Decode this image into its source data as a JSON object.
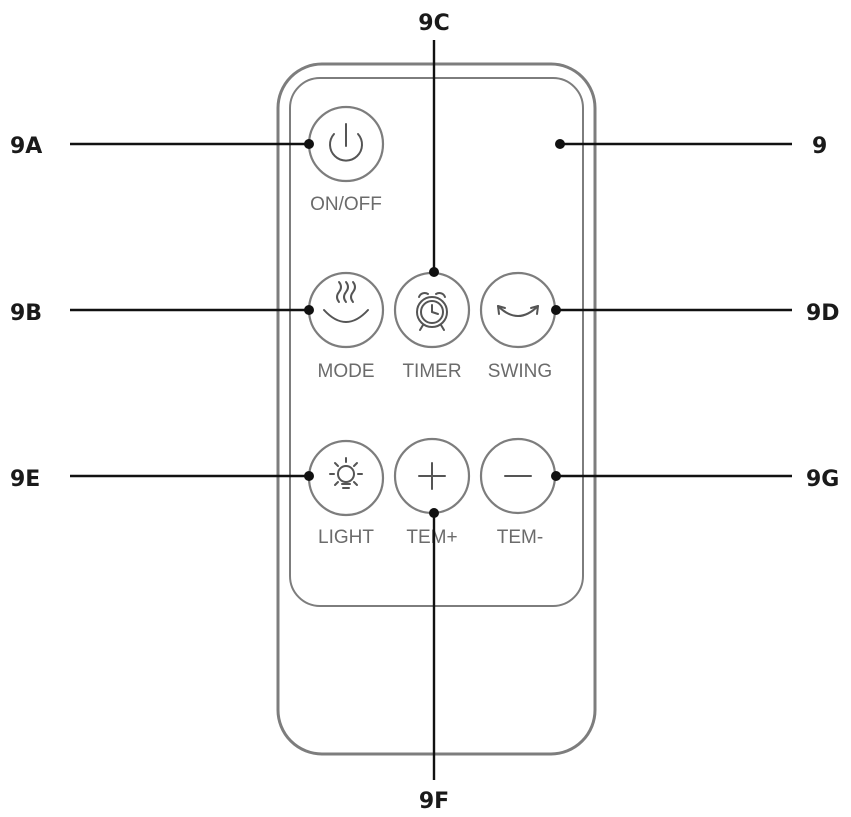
{
  "callouts": {
    "a": "9A",
    "b": "9B",
    "c": "9C",
    "d": "9D",
    "e": "9E",
    "f": "9F",
    "g": "9G",
    "remote": "9"
  },
  "buttons": {
    "power": "ON/OFF",
    "mode": "MODE",
    "timer": "TIMER",
    "swing": "SWING",
    "light": "LIGHT",
    "temp_up": "TEM+",
    "temp_down": "TEM-"
  }
}
